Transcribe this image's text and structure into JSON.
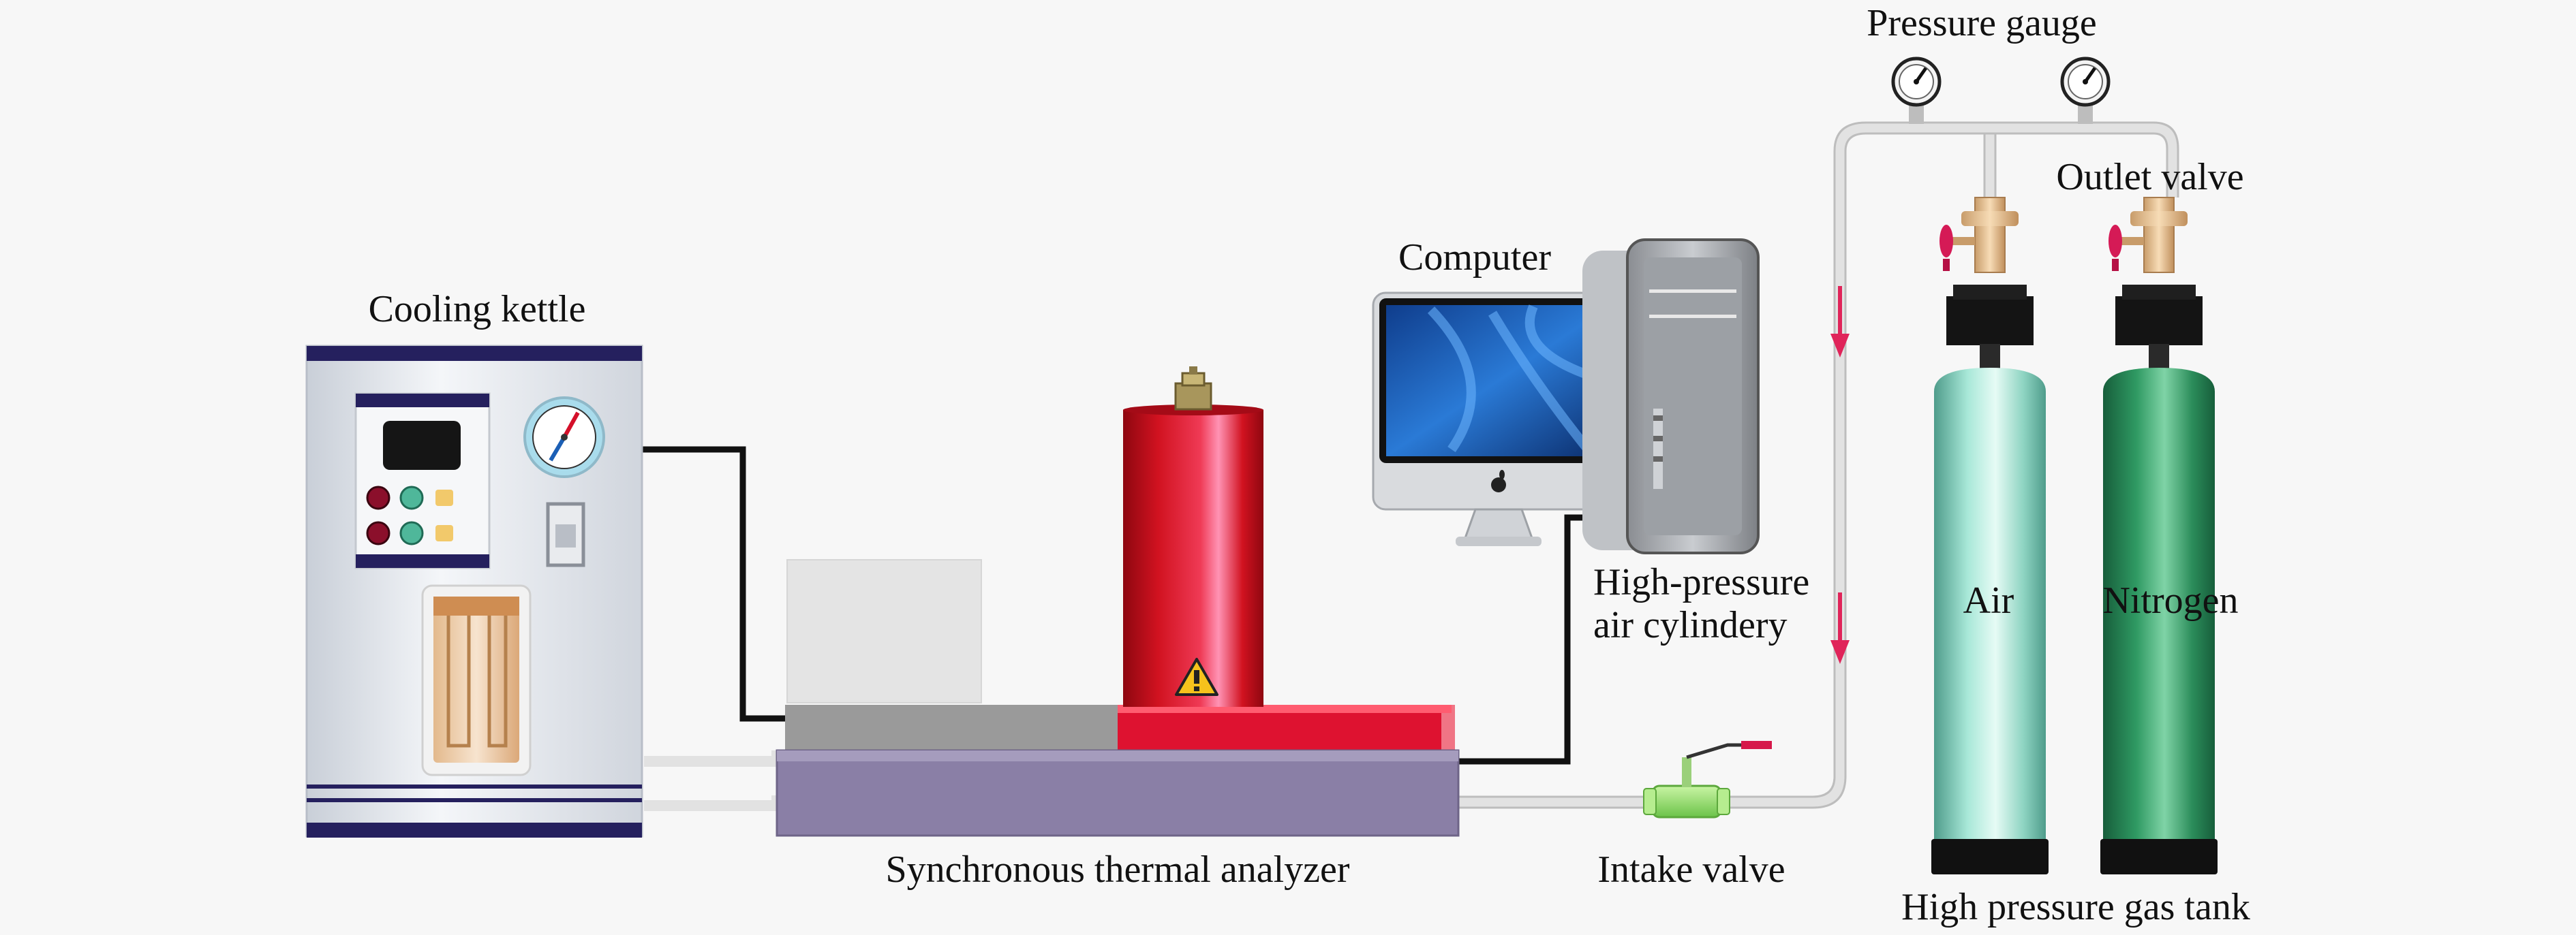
{
  "labels": {
    "cooling_kettle": "Cooling kettle",
    "synchronous_thermal_analyzer": "Synchronous thermal analyzer",
    "computer": "Computer",
    "high_pressure_air_cylinder_line1": "High-pressure",
    "high_pressure_air_cylinder_line2": "air cylindery",
    "intake_valve": "Intake valve",
    "pressure_gauge": "Pressure gauge",
    "outlet_valve": "Outlet valve",
    "air": "Air",
    "nitrogen": "Nitrogen",
    "high_pressure_gas_tank": "High pressure gas tank"
  },
  "colors": {
    "background": "#f7f7f7",
    "pipe": "#e2e2e2",
    "cable": "#111111",
    "furnace_red": "#d40f1e",
    "analyzer_base": "#8a7fa6",
    "air_tank": "#9fe0cf",
    "nitrogen_tank": "#2f9a63",
    "flow_arrow": "#e0245a",
    "intake_valve": "#9be27a"
  },
  "icons": {
    "warning": "warning-triangle-icon",
    "apple": "apple-logo-icon"
  }
}
